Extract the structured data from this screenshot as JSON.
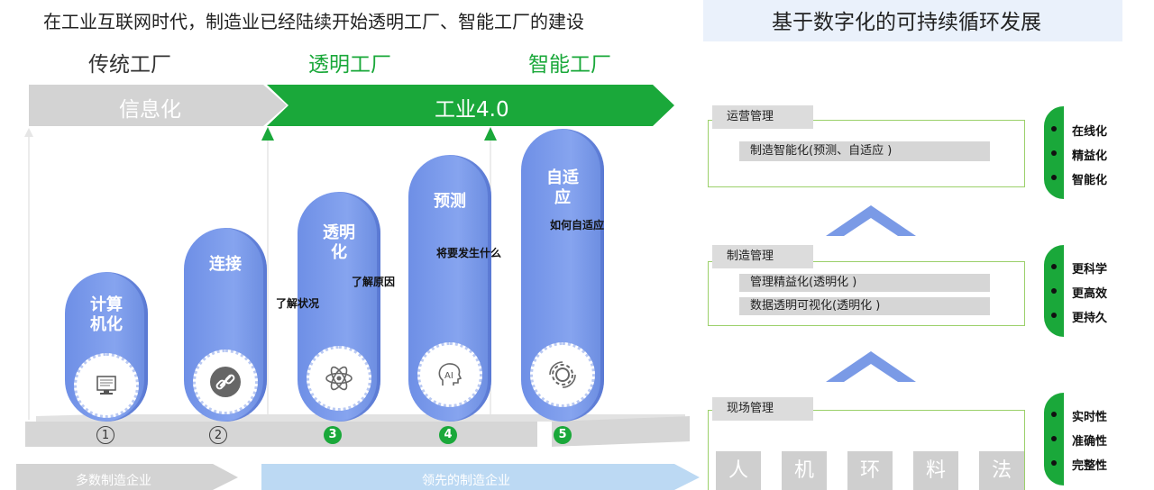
{
  "main_title": "在工业互联网时代，制造业已经陆续开始透明工厂、智能工厂的建设",
  "stages": [
    "传统工厂",
    "透明工厂",
    "智能工厂"
  ],
  "arrows": {
    "gray": "信息化",
    "green": "工业4.0"
  },
  "pillars": [
    {
      "title": "计算\n机化",
      "icon": "computer-icon",
      "number": "1"
    },
    {
      "title": "连接",
      "icon": "link-icon",
      "number": "2"
    },
    {
      "title": "透明\n化",
      "icon": "atom-icon",
      "number": "3"
    },
    {
      "title": "预测",
      "icon": "ai-head-icon",
      "number": "4"
    },
    {
      "title": "自适\n应",
      "icon": "gear-cycle-icon",
      "number": "5"
    }
  ],
  "notes": [
    "了解状况",
    "了解原因",
    "将要发生什么",
    "如何自适应"
  ],
  "bottom": {
    "left": "多数制造企业",
    "right": "领先的制造企业"
  },
  "right_title": "基于数字化的可持续循环发展",
  "management": [
    {
      "label": "运营管理",
      "contents": [
        "制造智能化(预测、自适应 )"
      ],
      "benefits": [
        "在线化",
        "精益化",
        "智能化"
      ]
    },
    {
      "label": "制造管理",
      "contents": [
        "管理精益化(透明化 )",
        "数据透明可视化(透明化 )"
      ],
      "benefits": [
        "更科学",
        "更高效",
        "更持久"
      ]
    },
    {
      "label": "现场管理",
      "contents": [],
      "benefits": [
        "实时性",
        "准确性",
        "完整性"
      ]
    }
  ],
  "factors": [
    "人",
    "机",
    "环",
    "料",
    "法"
  ],
  "colors": {
    "green": "#1aa83a",
    "blue_pill": "#7b9be9",
    "gray": "#d3d3d3",
    "light_green_border": "#9bd06a"
  }
}
